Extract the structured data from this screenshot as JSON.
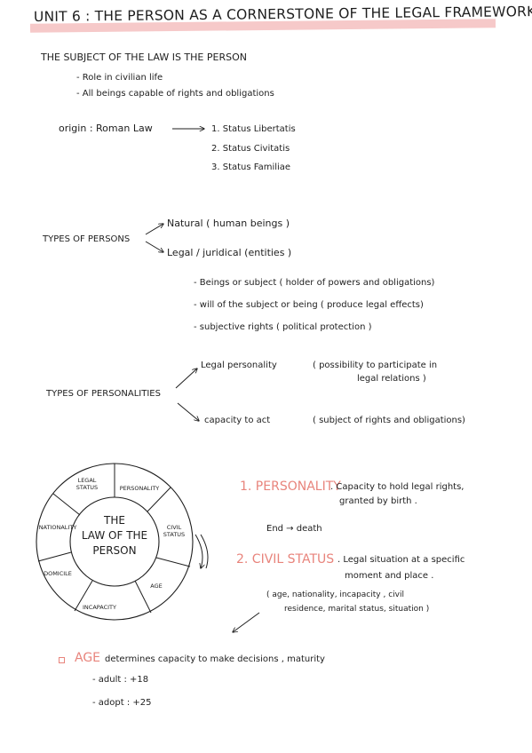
{
  "title": "UNIT 6 : THE PERSON AS A CORNERSTONE OF THE LEGAL FRAMEWORK",
  "subject_heading": "THE SUBJECT OF THE LAW IS THE PERSON",
  "subject_points": [
    "- Role in civilian life",
    "- All beings capable of rights and obligations"
  ],
  "origin": {
    "label": "origin : Roman Law",
    "items": [
      "1. Status Libertatis",
      "2. Status Civitatis",
      "3. Status Familiae"
    ]
  },
  "types_of_persons": {
    "label": "TYPES OF PERSONS",
    "natural": "Natural ( human beings )",
    "legal": "Legal / juridical (entities )",
    "points": [
      "- Beings or subject ( holder of powers and obligations)",
      "- will of the subject or being ( produce legal effects)",
      "- subjective rights ( political protection )"
    ]
  },
  "types_of_personalities": {
    "label": "TYPES OF PERSONALITIES",
    "legal_personality": "Legal personality",
    "legal_personality_note_1": "( possibility to participate in",
    "legal_personality_note_2": "legal relations )",
    "capacity_to_act": "capacity to act",
    "capacity_note": "( subject of rights and obligations)"
  },
  "wheel": {
    "center": [
      "THE",
      "LAW OF THE",
      "PERSON"
    ],
    "segments": [
      "LEGAL STATUS",
      "PERSONALITY",
      "CIVIL STATUS",
      "AGE",
      "INCAPACITY",
      "DOMICILE",
      "NATIONALITY"
    ]
  },
  "personality": {
    "heading": "1. PERSONALITY",
    "text_1": ". Capacity to hold legal rights,",
    "text_2": "granted by birth .",
    "end": "End → death"
  },
  "civil_status": {
    "heading": "2. CIVIL STATUS",
    "text_1": ". Legal situation at a specific",
    "text_2": "moment and place .",
    "note_1": "( age, nationality, incapacity , civil",
    "note_2": "residence, marital status, situation )"
  },
  "age": {
    "heading": "AGE",
    "text": "determines capacity to make decisions , maturity",
    "items": [
      "- adult : +18",
      "- adopt : +25"
    ]
  },
  "colors": {
    "accent": "#e8847c",
    "highlight": "#f6c9c9",
    "ink": "#1e1e1e"
  }
}
